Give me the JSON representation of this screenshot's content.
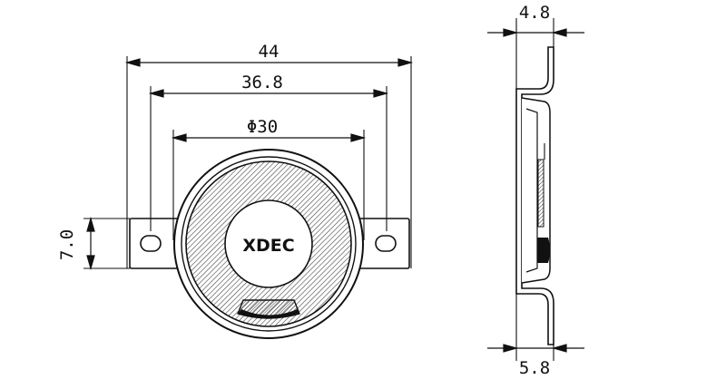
{
  "front_view": {
    "brand": "XDEC",
    "dim_overall_width": "44",
    "dim_hole_spacing": "36.8",
    "dim_diameter": "Φ30",
    "dim_flange_height": "7.0"
  },
  "side_view": {
    "dim_top": "4.8",
    "dim_bottom": "5.8"
  },
  "colors": {
    "line": "#111111",
    "background": "#ffffff",
    "hatch": "#555555"
  }
}
